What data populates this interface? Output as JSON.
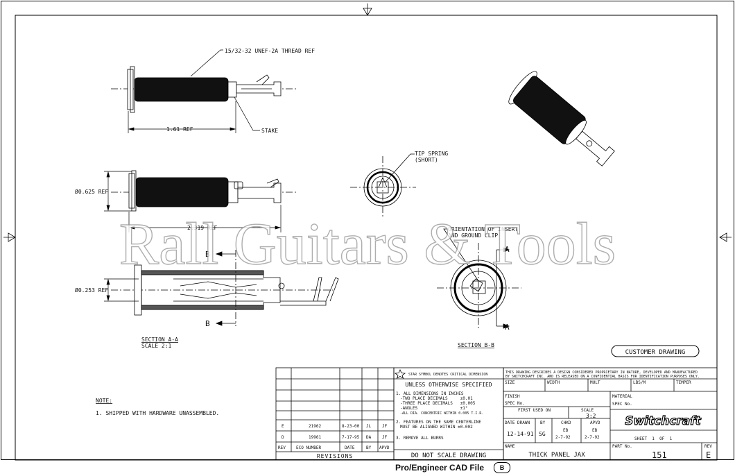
{
  "watermark": "Rall Guitars & Tools",
  "footer": {
    "label": "Pro/Engineer CAD File",
    "badge": "B"
  },
  "callouts": {
    "thread": "15/32-32 UNEF-2A THREAD REF",
    "stake": "STAKE",
    "length1": "1.61 REF",
    "dia1": "Ø0.625 REF",
    "length2": "2.319 REF",
    "dia2": "Ø0.253 REF",
    "tip_spring_1": "TIP SPRING",
    "tip_spring_2": "(SHORT)",
    "orient_1": "ORIENTATION OF INSERT",
    "orient_2": "AND GROUND CLIP",
    "cut_b": "B",
    "cut_a": "A"
  },
  "sections": {
    "aa_title": "SECTION A-A",
    "aa_scale": "SCALE 2:1",
    "bb_title": "SECTION B-B"
  },
  "notes": {
    "heading": "NOTE:",
    "item": "1. SHIPPED WITH HARDWARE UNASSEMBLED."
  },
  "customer_drawing": "CUSTOMER DRAWING",
  "revisions": {
    "title": "REVISIONS",
    "headers": [
      "REV",
      "ECO NUMBER",
      "DATE",
      "BY",
      "APVD"
    ],
    "rows": [
      [
        "E",
        "21962",
        "8-23-00",
        "JL",
        "JF"
      ],
      [
        "D",
        "19961",
        "7-17-95",
        "DA",
        "JF"
      ]
    ]
  },
  "spec": {
    "star": "STAR SYMBOL DENOTES CRITICAL DIMENSION",
    "unless": "UNLESS OTHERWISE SPECIFIED",
    "n1": "1. ALL DIMENSIONS IN INCHES",
    "n1a": "-TWO PLACE DECIMALS     ±0.01",
    "n1b": "-THREE PLACE DECIMALS   ±0.005",
    "n1c": "-ANGLES                 ±1°",
    "n1d": "-ALL DIA. CONCENTRIC WITHIN 0.005 T.I.R.",
    "n2a": "2. FEATURES ON THE SAME CENTERLINE",
    "n2b": "MUST BE ALIGNED WITHIN ±0.002",
    "n3": "3. REMOVE ALL BURRS",
    "dnsd": "DO NOT SCALE DRAWING"
  },
  "title_block": {
    "disclaimer_1": "THIS DRAWING DESCRIBES A DESIGN CONSIDERED PROPRIETARY IN NATURE, DEVELOPED AND MANUFACTURED",
    "disclaimer_2": "BY SWITCHCRAFT INC. AND IS RELEASED ON A CONFIDENTIAL BASIS FOR IDENTIFICATION PURPOSES ONLY.",
    "size": "SIZE",
    "width": "WIDTH",
    "mult": "MULT",
    "lbsm": "LBS/M",
    "temper": "TEMPER",
    "finish": "FINISH",
    "material": "MATERIAL",
    "spec_no": "SPEC No.",
    "spec_no2": "SPEC No.",
    "first_used": "FIRST USED ON",
    "scale_label": "SCALE",
    "scale_value": "3:2",
    "date_drawn": "DATE DRAWN",
    "by": "BY",
    "chkd": "CHKD",
    "apvd": "APVD",
    "date_value": "12-14-91",
    "by_value": "SG",
    "chkd_1": "EB",
    "chkd_2": "2-7-92",
    "apvd_1": "EB",
    "apvd_2": "2-7-92",
    "brand": "Switchcraft",
    "sheet": "SHEET  1  OF  1",
    "name_label": "NAME",
    "name_value": "THICK PANEL JAX",
    "part_label": "PART No.",
    "part_value": "151",
    "rev_label": "REV",
    "rev_value": "E"
  }
}
